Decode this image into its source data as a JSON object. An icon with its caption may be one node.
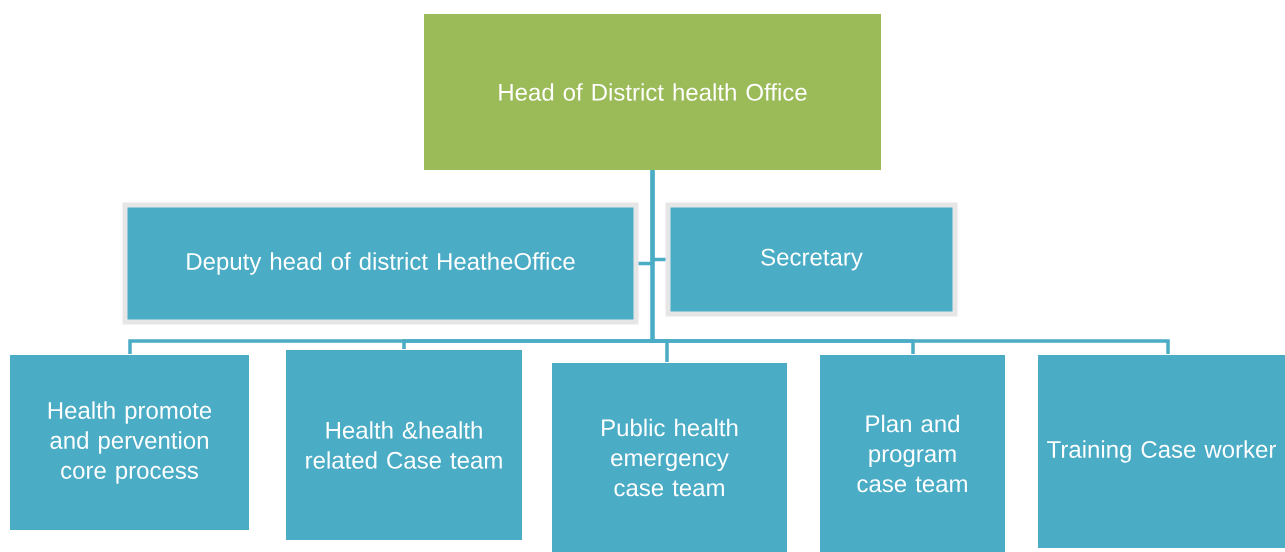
{
  "diagram": {
    "nodes": [
      {
        "text": [
          "Head of District health Office"
        ]
      },
      {
        "text": [
          "Deputy head of district HeatheOffice"
        ]
      },
      {
        "text": [
          "Secretary"
        ]
      },
      {
        "text": [
          "Health promote and pervention core process"
        ]
      },
      {
        "text": [
          "Health &health related Case team"
        ]
      },
      {
        "text": [
          "Public health emergency case team"
        ]
      },
      {
        "text": [
          "Plan and program case team"
        ]
      },
      {
        "text": [
          "Training Case worker"
        ]
      }
    ],
    "edges": [
      {
        "from": 0,
        "to": 1,
        "arrow": "none"
      },
      {
        "from": 0,
        "to": 2,
        "arrow": "none"
      },
      {
        "from": 0,
        "to": 3,
        "arrow": "none"
      },
      {
        "from": 0,
        "to": 4,
        "arrow": "none"
      },
      {
        "from": 0,
        "to": 5,
        "arrow": "none"
      },
      {
        "from": 0,
        "to": 6,
        "arrow": "none"
      },
      {
        "from": 0,
        "to": 7,
        "arrow": "none"
      }
    ]
  }
}
